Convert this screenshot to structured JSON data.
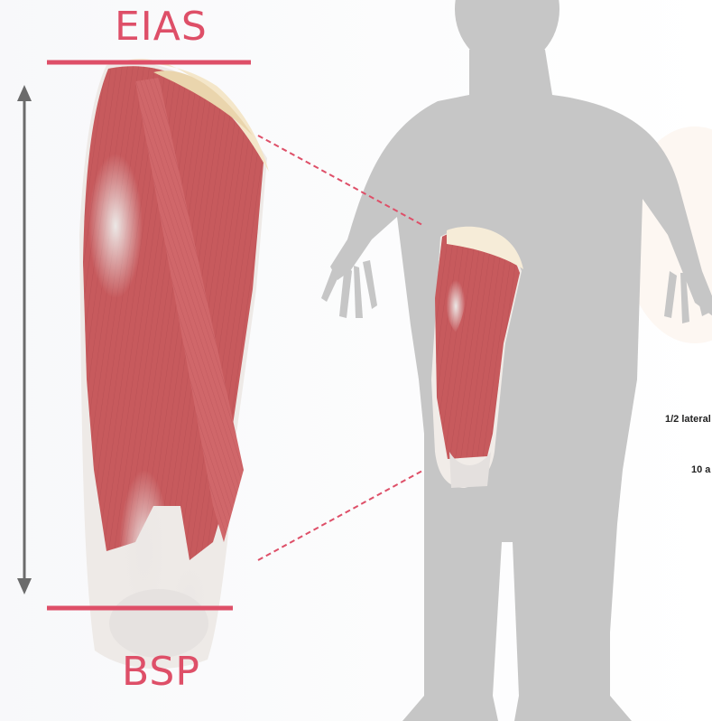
{
  "landmarks": {
    "top": "EIAS",
    "bottom": "BSP"
  },
  "side_text": {
    "line1": "1/2 lateral",
    "line2": "10 a"
  },
  "colors": {
    "accent": "#de4f68",
    "silhouette": "#c6c6c6",
    "muscle": "#c75a5d",
    "arrow": "#6b6b6b"
  }
}
